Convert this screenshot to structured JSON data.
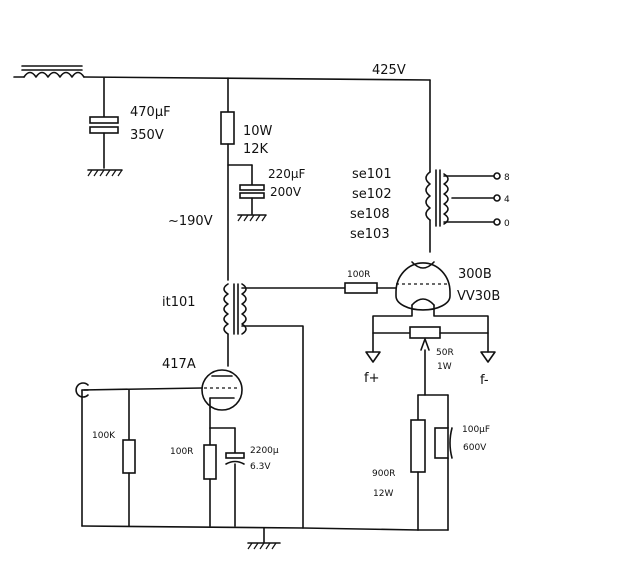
{
  "labels": {
    "b_plus": "425V",
    "c1_value": "470μF",
    "c1_voltage": "350V",
    "r1_watt": "10W",
    "r1_value": "12K",
    "c2_value": "220μF",
    "c2_voltage": "200V",
    "driver_plate_voltage": "~190V",
    "interstage": "it101",
    "output_trans": [
      "se101",
      "se102",
      "se108",
      "se103"
    ],
    "tap_8": "8",
    "tap_4": "4",
    "tap_0": "0",
    "grid_stopper": "100R",
    "output_tube_1": "300B",
    "output_tube_2": "VV30B",
    "hum_pot_value": "50R",
    "hum_pot_watt": "1W",
    "filament_plus": "f+",
    "filament_minus": "f-",
    "driver_tube": "417A",
    "grid_leak": "100K",
    "cathode_r": "100R",
    "cathode_c_value": "2200μ",
    "cathode_c_voltage": "6.3V",
    "out_cathode_r_value": "900R",
    "out_cathode_r_watt": "12W",
    "out_cathode_c_value": "100μF",
    "out_cathode_c_voltage": "600V"
  }
}
